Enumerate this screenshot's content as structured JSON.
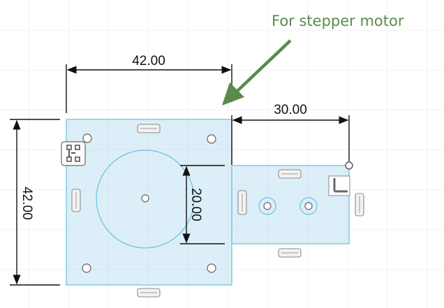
{
  "callout": {
    "text": "For stepper motor",
    "color": "#5b8a4a"
  },
  "dimensions": {
    "top_width": "42.00",
    "left_height": "42.00",
    "right_extension": "30.00",
    "circle_diameter": "20.00"
  },
  "icons": {
    "constraint_horizontal": "horizontal-constraint-icon",
    "constraint_vertical": "vertical-constraint-icon",
    "constraint_fix": "fix-constraint-icon",
    "constraint_perpendicular": "perpendicular-constraint-icon"
  },
  "colors": {
    "profile_fill": "#cfe9f5",
    "profile_stroke": "#6fc3e3",
    "grid": "#e6e6e6",
    "dimension": "#111111",
    "arrow": "#5b8a4a"
  }
}
